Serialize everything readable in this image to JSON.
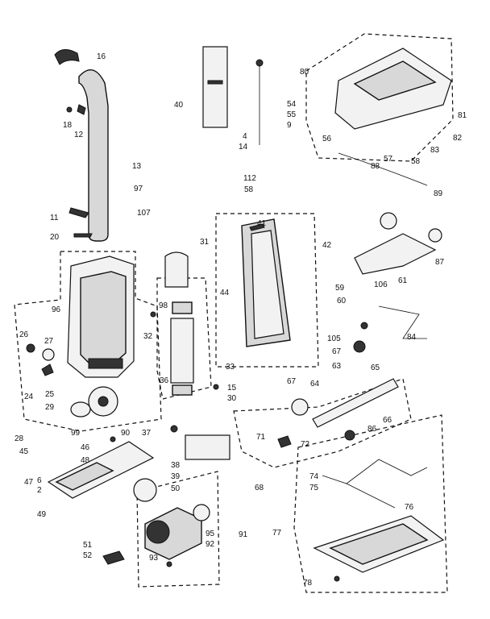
{
  "labels": {
    "l16": "16",
    "l18": "18",
    "l12": "12",
    "l13": "13",
    "l97": "97",
    "l107": "107",
    "l11": "11",
    "l20": "20",
    "l40": "40",
    "l4": "4",
    "l14": "14",
    "l54": "54",
    "l55": "55",
    "l9": "9",
    "l80": "80",
    "l81": "81",
    "l82": "82",
    "l83": "83",
    "l56": "56",
    "l57": "57",
    "l58a": "58",
    "l58b": "58",
    "l88": "88",
    "l89": "89",
    "l112": "112",
    "l31": "31",
    "l41": "41",
    "l42": "42",
    "l44": "44",
    "l87": "87",
    "l59": "59",
    "l106": "106",
    "l61": "61",
    "l60": "60",
    "l96": "96",
    "l98": "98",
    "l32": "32",
    "l26": "26",
    "l27": "27",
    "l24": "24",
    "l25": "25",
    "l29": "29",
    "l99": "99",
    "l28": "28",
    "l33": "33",
    "l36": "36",
    "l15": "15",
    "l30": "30",
    "l105": "105",
    "l67a": "67",
    "l63": "63",
    "l84": "84",
    "l67b": "67",
    "l65": "65",
    "l64": "64",
    "l66": "66",
    "l86": "86",
    "l71": "71",
    "l72": "72",
    "l68": "68",
    "l37": "37",
    "l90": "90",
    "l45": "45",
    "l46": "46",
    "l48": "48",
    "l47": "47",
    "l6": "6",
    "l2": "2",
    "l38": "38",
    "l39": "39",
    "l50": "50",
    "l49": "49",
    "l74": "74",
    "l75": "75",
    "l76": "76",
    "l77": "77",
    "l91": "91",
    "l95": "95",
    "l92": "92",
    "l51": "51",
    "l52": "52",
    "l93": "93",
    "l78": "78"
  }
}
